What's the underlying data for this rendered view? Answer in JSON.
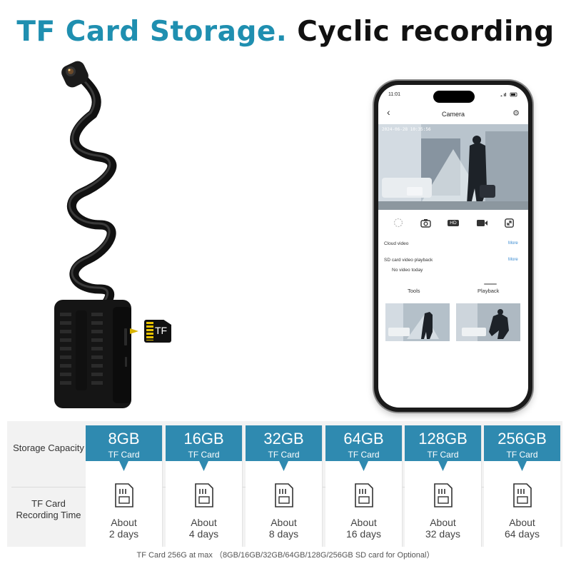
{
  "headline": {
    "part1": "TF Card Storage.",
    "part2": "Cyclic recording",
    "accent_color": "#1f8fb0"
  },
  "device": {
    "icon": "mini-camera-with-flexible-neck",
    "card_label": "TF"
  },
  "phone": {
    "status_time": "11:01",
    "status_icons": "wifi signal battery",
    "title": "Camera",
    "video_timestamp": "2024-06-28 10:35:56",
    "toolbar": {
      "hd_label": "HD"
    },
    "cloud_video": {
      "label": "Cloud video",
      "more": "More"
    },
    "sd_playback": {
      "label": "SD card video playback",
      "more": "More",
      "empty_text": "No video today"
    },
    "tabs": [
      "Tools",
      "Playback"
    ]
  },
  "table": {
    "row_labels": [
      "Storage Capacity",
      "TF Card Recording Time"
    ],
    "columns": [
      {
        "capacity": "8GB",
        "type": "TF Card",
        "about": "About",
        "days": "2 days"
      },
      {
        "capacity": "16GB",
        "type": "TF Card",
        "about": "About",
        "days": "4 days"
      },
      {
        "capacity": "32GB",
        "type": "TF Card",
        "about": "About",
        "days": "8 days"
      },
      {
        "capacity": "64GB",
        "type": "TF Card",
        "about": "About",
        "days": "16 days"
      },
      {
        "capacity": "128GB",
        "type": "TF Card",
        "about": "About",
        "days": "32 days"
      },
      {
        "capacity": "256GB",
        "type": "TF Card",
        "about": "About",
        "days": "64 days"
      }
    ],
    "banner_color": "#2f8ab0"
  },
  "footnote": "TF Card 256G at max （8GB/16GB/32GB/64GB/128G/256GB SD card for Optional）"
}
